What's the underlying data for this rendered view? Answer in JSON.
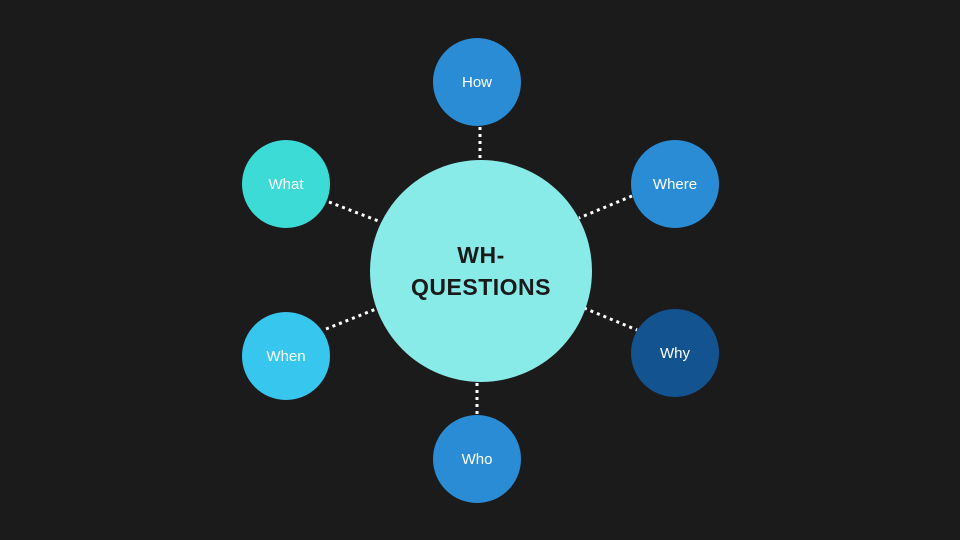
{
  "hub": {
    "title": "WH-QUESTIONS"
  },
  "nodes": {
    "how": {
      "label": "How",
      "color": "#2b8cd6"
    },
    "what": {
      "label": "What",
      "color": "#3cdbd6"
    },
    "where": {
      "label": "Where",
      "color": "#2b8cd6"
    },
    "when": {
      "label": "When",
      "color": "#36c6ee"
    },
    "why": {
      "label": "Why",
      "color": "#135390"
    },
    "who": {
      "label": "Who",
      "color": "#2b8cd6"
    }
  },
  "colors": {
    "background": "#1b1b1c",
    "hub": "#89ebe8",
    "connector": "#ffffff"
  }
}
